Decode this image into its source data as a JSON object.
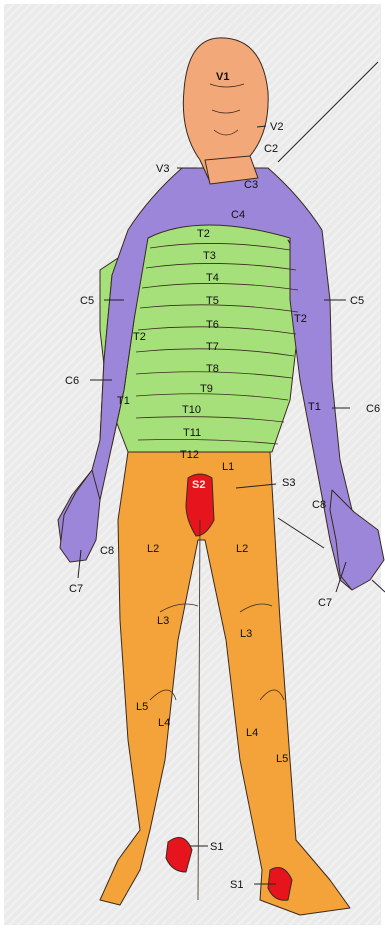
{
  "colors": {
    "face": "#f2a878",
    "cervical": "#9b86d9",
    "thoracic": "#a6e07a",
    "lumbar": "#f4a23a",
    "sacral": "#e6151d",
    "outline": "#3a2a1e",
    "background": "#eaeaea"
  },
  "labels": {
    "v1": "V1",
    "v2": "V2",
    "v3": "V3",
    "c2": "C2",
    "c3": "C3",
    "c4": "C4",
    "c5_left": "C5",
    "c5_right": "C5",
    "c6_left": "C6",
    "c6_right": "C6",
    "c7_left": "C7",
    "c7_right": "C7",
    "c8_left": "C8",
    "c8_right": "C8",
    "t1_left": "T1",
    "t1_right": "T1",
    "t2": "T2",
    "t2_left": "T2",
    "t2_right": "T2",
    "t3": "T3",
    "t4": "T4",
    "t5": "T5",
    "t6": "T6",
    "t7": "T7",
    "t8": "T8",
    "t9": "T9",
    "t10": "T10",
    "t11": "T11",
    "t12": "T12",
    "l1": "L1",
    "l2_left": "L2",
    "l2_right": "L2",
    "l3_left": "L3",
    "l3_right": "L3",
    "l4_left": "L4",
    "l4_right": "L4",
    "l5_left": "L5",
    "l5_right": "L5",
    "s1_left": "S1",
    "s1_right": "S1",
    "s2": "S2",
    "s3": "S3"
  }
}
